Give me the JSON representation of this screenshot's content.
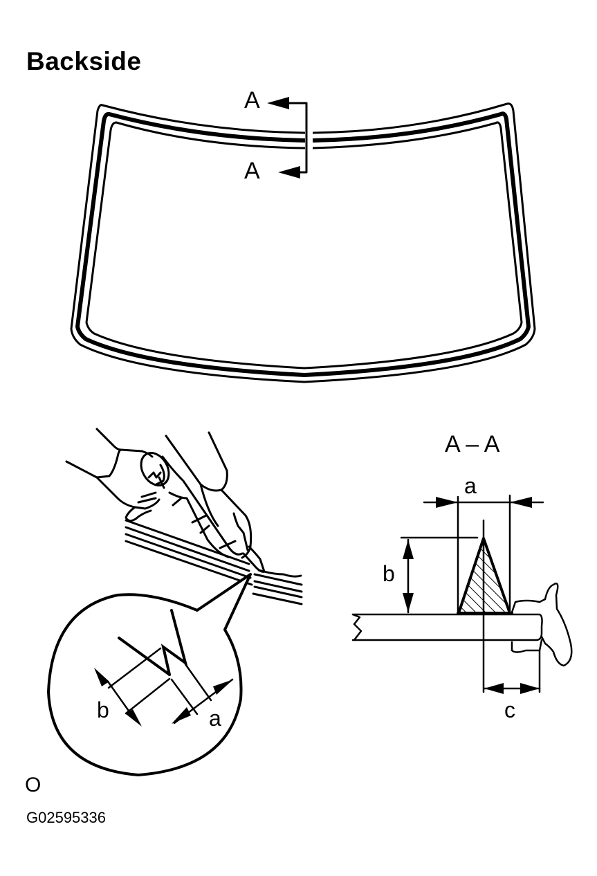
{
  "figure": {
    "title": "Backside",
    "figure_code": "G02595336",
    "corner_mark": "O"
  },
  "windshield": {
    "section_marker_top": "A",
    "section_marker_bottom": "A"
  },
  "application_view": {
    "detail_labels": {
      "width": "a",
      "height": "b"
    }
  },
  "section_view": {
    "title": "A – A",
    "dimension_labels": {
      "width": "a",
      "height": "b",
      "offset": "c"
    }
  }
}
